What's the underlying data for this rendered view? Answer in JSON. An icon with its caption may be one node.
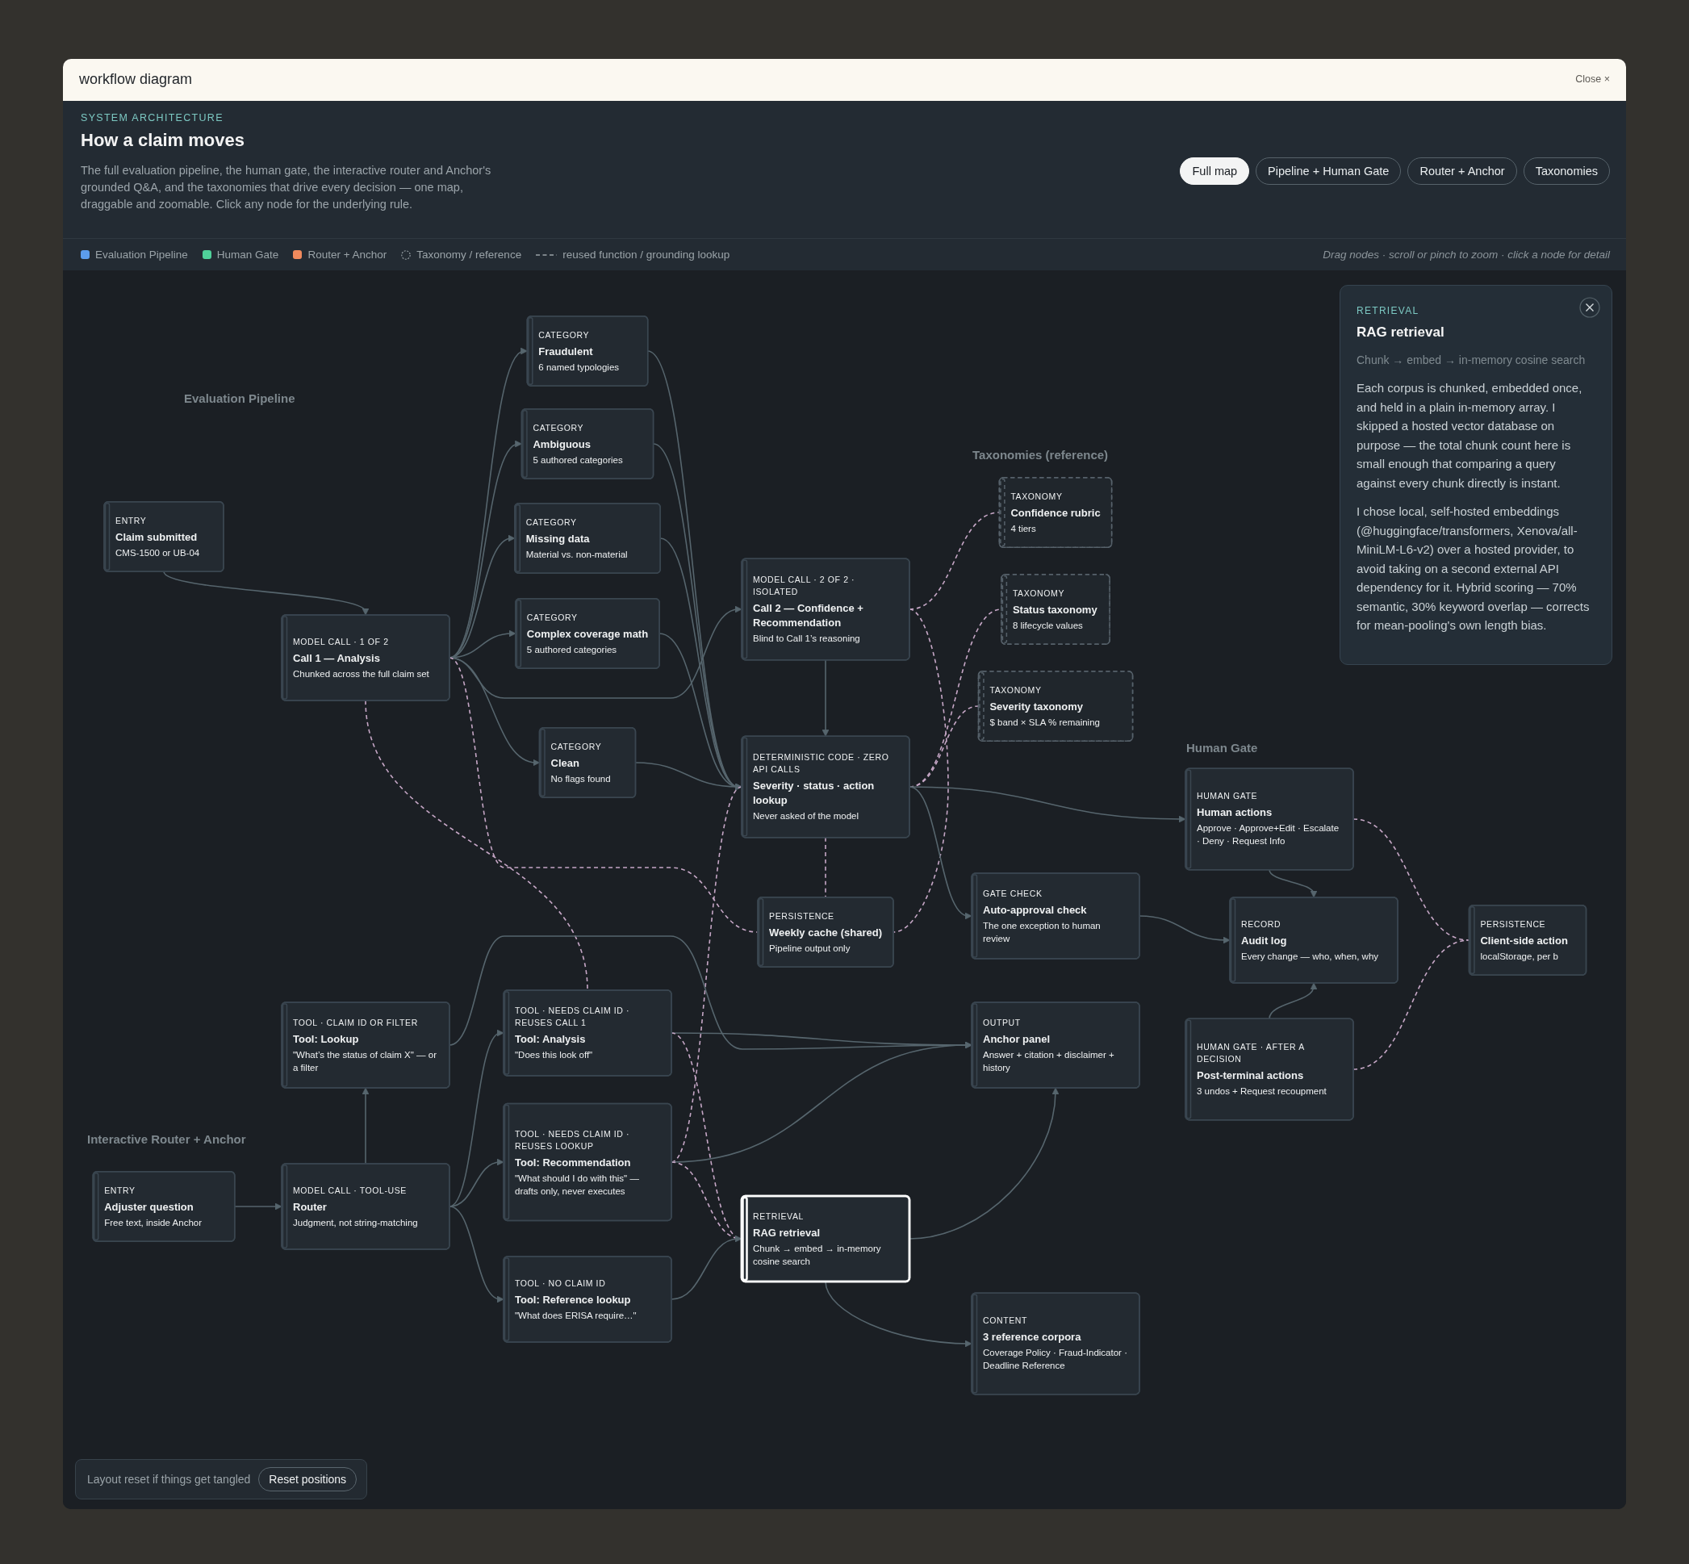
{
  "diagram": {
    "title": "How a claim moves",
    "nodes": [
      {
        "text": [
          "ENTRY",
          "Claim submitted",
          "CMS-1500 or UB-04"
        ]
      },
      {
        "text": [
          "MODEL CALL · 1 OF 2",
          "Call 1 — Analysis",
          "Chunked across the full claim set"
        ]
      },
      {
        "text": [
          "CATEGORY",
          "Fraudulent",
          "6 named typologies"
        ]
      },
      {
        "text": [
          "CATEGORY",
          "Ambiguous",
          "5 authored categories"
        ]
      },
      {
        "text": [
          "CATEGORY",
          "Missing data",
          "Material vs. non-material"
        ]
      },
      {
        "text": [
          "CATEGORY",
          "Complex coverage math",
          "5 authored categories"
        ]
      },
      {
        "text": [
          "CATEGORY",
          "Clean",
          "No flags found"
        ]
      },
      {
        "text": [
          "MODEL CALL · 2 OF 2 · ISOLATED",
          "Call 2 — Confidence + Recommendation",
          "Blind to Call 1’s reasoning"
        ]
      },
      {
        "text": [
          "DETERMINISTIC CODE · ZERO API CALLS",
          "Severity · status · action lookup",
          "Never asked of the model"
        ]
      },
      {
        "text": [
          "PERSISTENCE",
          "Weekly cache (shared)",
          "Pipeline output only"
        ]
      },
      {
        "text": [
          "TAXONOMY",
          "Confidence rubric",
          "4 tiers"
        ]
      },
      {
        "text": [
          "TAXONOMY",
          "Status taxonomy",
          "8 lifecycle values"
        ]
      },
      {
        "text": [
          "TAXONOMY",
          "Severity taxonomy",
          "$ band × SLA % remaining"
        ]
      },
      {
        "text": [
          "HUMAN GATE",
          "Human actions",
          "Approve · Approve+Edit · Escalate · Deny · Request Info"
        ]
      },
      {
        "text": [
          "GATE CHECK",
          "Auto-approval check",
          "The one exception to human review"
        ]
      },
      {
        "text": [
          "RECORD",
          "Audit log",
          "Every change — who, when, why"
        ]
      },
      {
        "text": [
          "HUMAN GATE · AFTER A DECISION",
          "Post-terminal actions",
          "3 undos + Request recoupment"
        ]
      },
      {
        "text": [
          "PERSISTENCE",
          "Client-side action",
          "localStorage, per b"
        ]
      },
      {
        "text": [
          "TOOL · CLAIM ID OR FILTER",
          "Tool: Lookup",
          "\"What’s the status of claim X\" — or a filter"
        ]
      },
      {
        "text": [
          "ENTRY",
          "Adjuster question",
          "Free text, inside Anchor"
        ]
      },
      {
        "text": [
          "MODEL CALL · TOOL-USE",
          "Router",
          "Judgment, not string-matching"
        ]
      },
      {
        "text": [
          "TOOL · NEEDS CLAIM ID · REUSES CALL 1",
          "Tool: Analysis",
          "\"Does this look off\""
        ]
      },
      {
        "text": [
          "TOOL · NEEDS CLAIM ID · REUSES LOOKUP",
          "Tool: Recommendation",
          "\"What should I do with this\" — drafts only, never executes"
        ]
      },
      {
        "text": [
          "TOOL · NO CLAIM ID",
          "Tool: Reference lookup",
          "\"What does ERISA require…\""
        ]
      },
      {
        "text": [
          "OUTPUT",
          "Anchor panel",
          "Answer + citation + disclaimer + history"
        ]
      },
      {
        "text": [
          "RETRIEVAL",
          "RAG retrieval",
          "Chunk → embed → in-memory cosine search"
        ]
      },
      {
        "text": [
          "CONTENT",
          "3 reference corpora",
          "Coverage Policy · Fraud-Indicator · Deadline Reference"
        ]
      }
    ],
    "edges": [
      {
        "from": 0,
        "to": 1,
        "arrow": "to"
      },
      {
        "from": 1,
        "to": 2,
        "arrow": "to"
      },
      {
        "from": 1,
        "to": 3,
        "arrow": "to"
      },
      {
        "from": 1,
        "to": 4,
        "arrow": "to"
      },
      {
        "from": 1,
        "to": 5,
        "arrow": "to"
      },
      {
        "from": 1,
        "to": 6,
        "arrow": "to"
      },
      {
        "from": 1,
        "to": 7,
        "arrow": "to"
      },
      {
        "from": 2,
        "to": 8,
        "arrow": "to"
      },
      {
        "from": 3,
        "to": 8,
        "arrow": "to"
      },
      {
        "from": 4,
        "to": 8,
        "arrow": "to"
      },
      {
        "from": 5,
        "to": 8,
        "arrow": "to"
      },
      {
        "from": 6,
        "to": 8,
        "arrow": "to"
      },
      {
        "from": 7,
        "to": 8,
        "arrow": "to"
      },
      {
        "from": 7,
        "to": 10,
        "arrow": "none",
        "style": "dashed",
        "color": "#c6a7c6"
      },
      {
        "from": 8,
        "to": 11,
        "arrow": "none",
        "style": "dashed",
        "color": "#c6a7c6"
      },
      {
        "from": 8,
        "to": 12,
        "arrow": "none",
        "style": "dashed",
        "color": "#c6a7c6"
      },
      {
        "from": 7,
        "to": 9,
        "arrow": "none",
        "style": "dashed",
        "color": "#c6a7c6"
      },
      {
        "from": 8,
        "to": 9,
        "arrow": "none",
        "style": "dashed",
        "color": "#c6a7c6"
      },
      {
        "from": 1,
        "to": 9,
        "arrow": "none",
        "style": "dashed",
        "color": "#c6a7c6"
      },
      {
        "from": 8,
        "to": 13,
        "arrow": "to"
      },
      {
        "from": 8,
        "to": 14,
        "arrow": "to"
      },
      {
        "from": 14,
        "to": 15,
        "arrow": "to"
      },
      {
        "from": 13,
        "to": 15,
        "arrow": "to"
      },
      {
        "from": 16,
        "to": 15,
        "arrow": "to"
      },
      {
        "from": 13,
        "to": 17,
        "arrow": "none",
        "style": "dashed",
        "color": "#c6a7c6"
      },
      {
        "from": 16,
        "to": 17,
        "arrow": "none",
        "style": "dashed",
        "color": "#c6a7c6"
      },
      {
        "from": 19,
        "to": 20,
        "arrow": "to"
      },
      {
        "from": 20,
        "to": 18,
        "arrow": "to"
      },
      {
        "from": 20,
        "to": 21,
        "arrow": "to"
      },
      {
        "from": 20,
        "to": 22,
        "arrow": "to"
      },
      {
        "from": 20,
        "to": 23,
        "arrow": "to"
      },
      {
        "from": 1,
        "to": 21,
        "arrow": "none",
        "style": "dashed",
        "color": "#c6a7c6"
      },
      {
        "from": 22,
        "to": 8,
        "arrow": "none",
        "style": "dashed",
        "color": "#c6a7c6"
      },
      {
        "from": 18,
        "to": 24,
        "arrow": "to"
      },
      {
        "from": 21,
        "to": 24,
        "arrow": "to"
      },
      {
        "from": 22,
        "to": 24,
        "arrow": "to"
      },
      {
        "from": 21,
        "to": 25,
        "arrow": "none",
        "style": "dashed",
        "color": "#c6a7c6"
      },
      {
        "from": 22,
        "to": 25,
        "arrow": "none",
        "style": "dashed",
        "color": "#c6a7c6"
      },
      {
        "from": 23,
        "to": 25,
        "arrow": "to"
      },
      {
        "from": 25,
        "to": 24,
        "arrow": "to"
      },
      {
        "from": 25,
        "to": 26,
        "arrow": "to"
      }
    ],
    "labels": [
      "workflow diagram",
      "Close ×",
      "SYSTEM ARCHITECTURE",
      "The full evaluation pipeline, the human gate, the interactive router and Anchor's grounded Q&A, and the taxonomies that drive every decision — one map, draggable and zoomable. Click any node for the underlying rule.",
      "Full map",
      "Pipeline + Human Gate",
      "Router + Anchor",
      "Taxonomies",
      "Drag nodes · scroll or pinch to zoom · click a node for detail",
      "Evaluation Pipeline",
      "Taxonomies (reference)",
      "Human Gate",
      "Interactive Router + Anchor",
      "RETRIEVAL",
      "RAG retrieval",
      "Chunk → embed → in-memory cosine search",
      "Each corpus is chunked, embedded once, and held in a plain in-memory array. I skipped a hosted vector database on purpose — the total chunk count here is small enough that comparing a query against every chunk directly is instant.",
      "I chose local, self-hosted embeddings (@huggingface/transformers, Xenova/all-MiniLM-L6-v2) over a hosted provider, to avoid taking on a second external API dependency for it. Hybrid scoring — 70% semantic, 30% keyword overlap — corrects for mean-pooling's own length bias.",
      "Layout reset if things get tangled",
      "Reset positions"
    ],
    "legend": [
      {
        "text": "Evaluation Pipeline",
        "color": "#5c9ded"
      },
      {
        "text": "Human Gate",
        "color": "#4fd19a"
      },
      {
        "text": "Router + Anchor",
        "color": "#f08a5d"
      },
      {
        "text": "Taxonomy / reference"
      },
      {
        "text": "reused function / grounding lookup"
      }
    ]
  }
}
